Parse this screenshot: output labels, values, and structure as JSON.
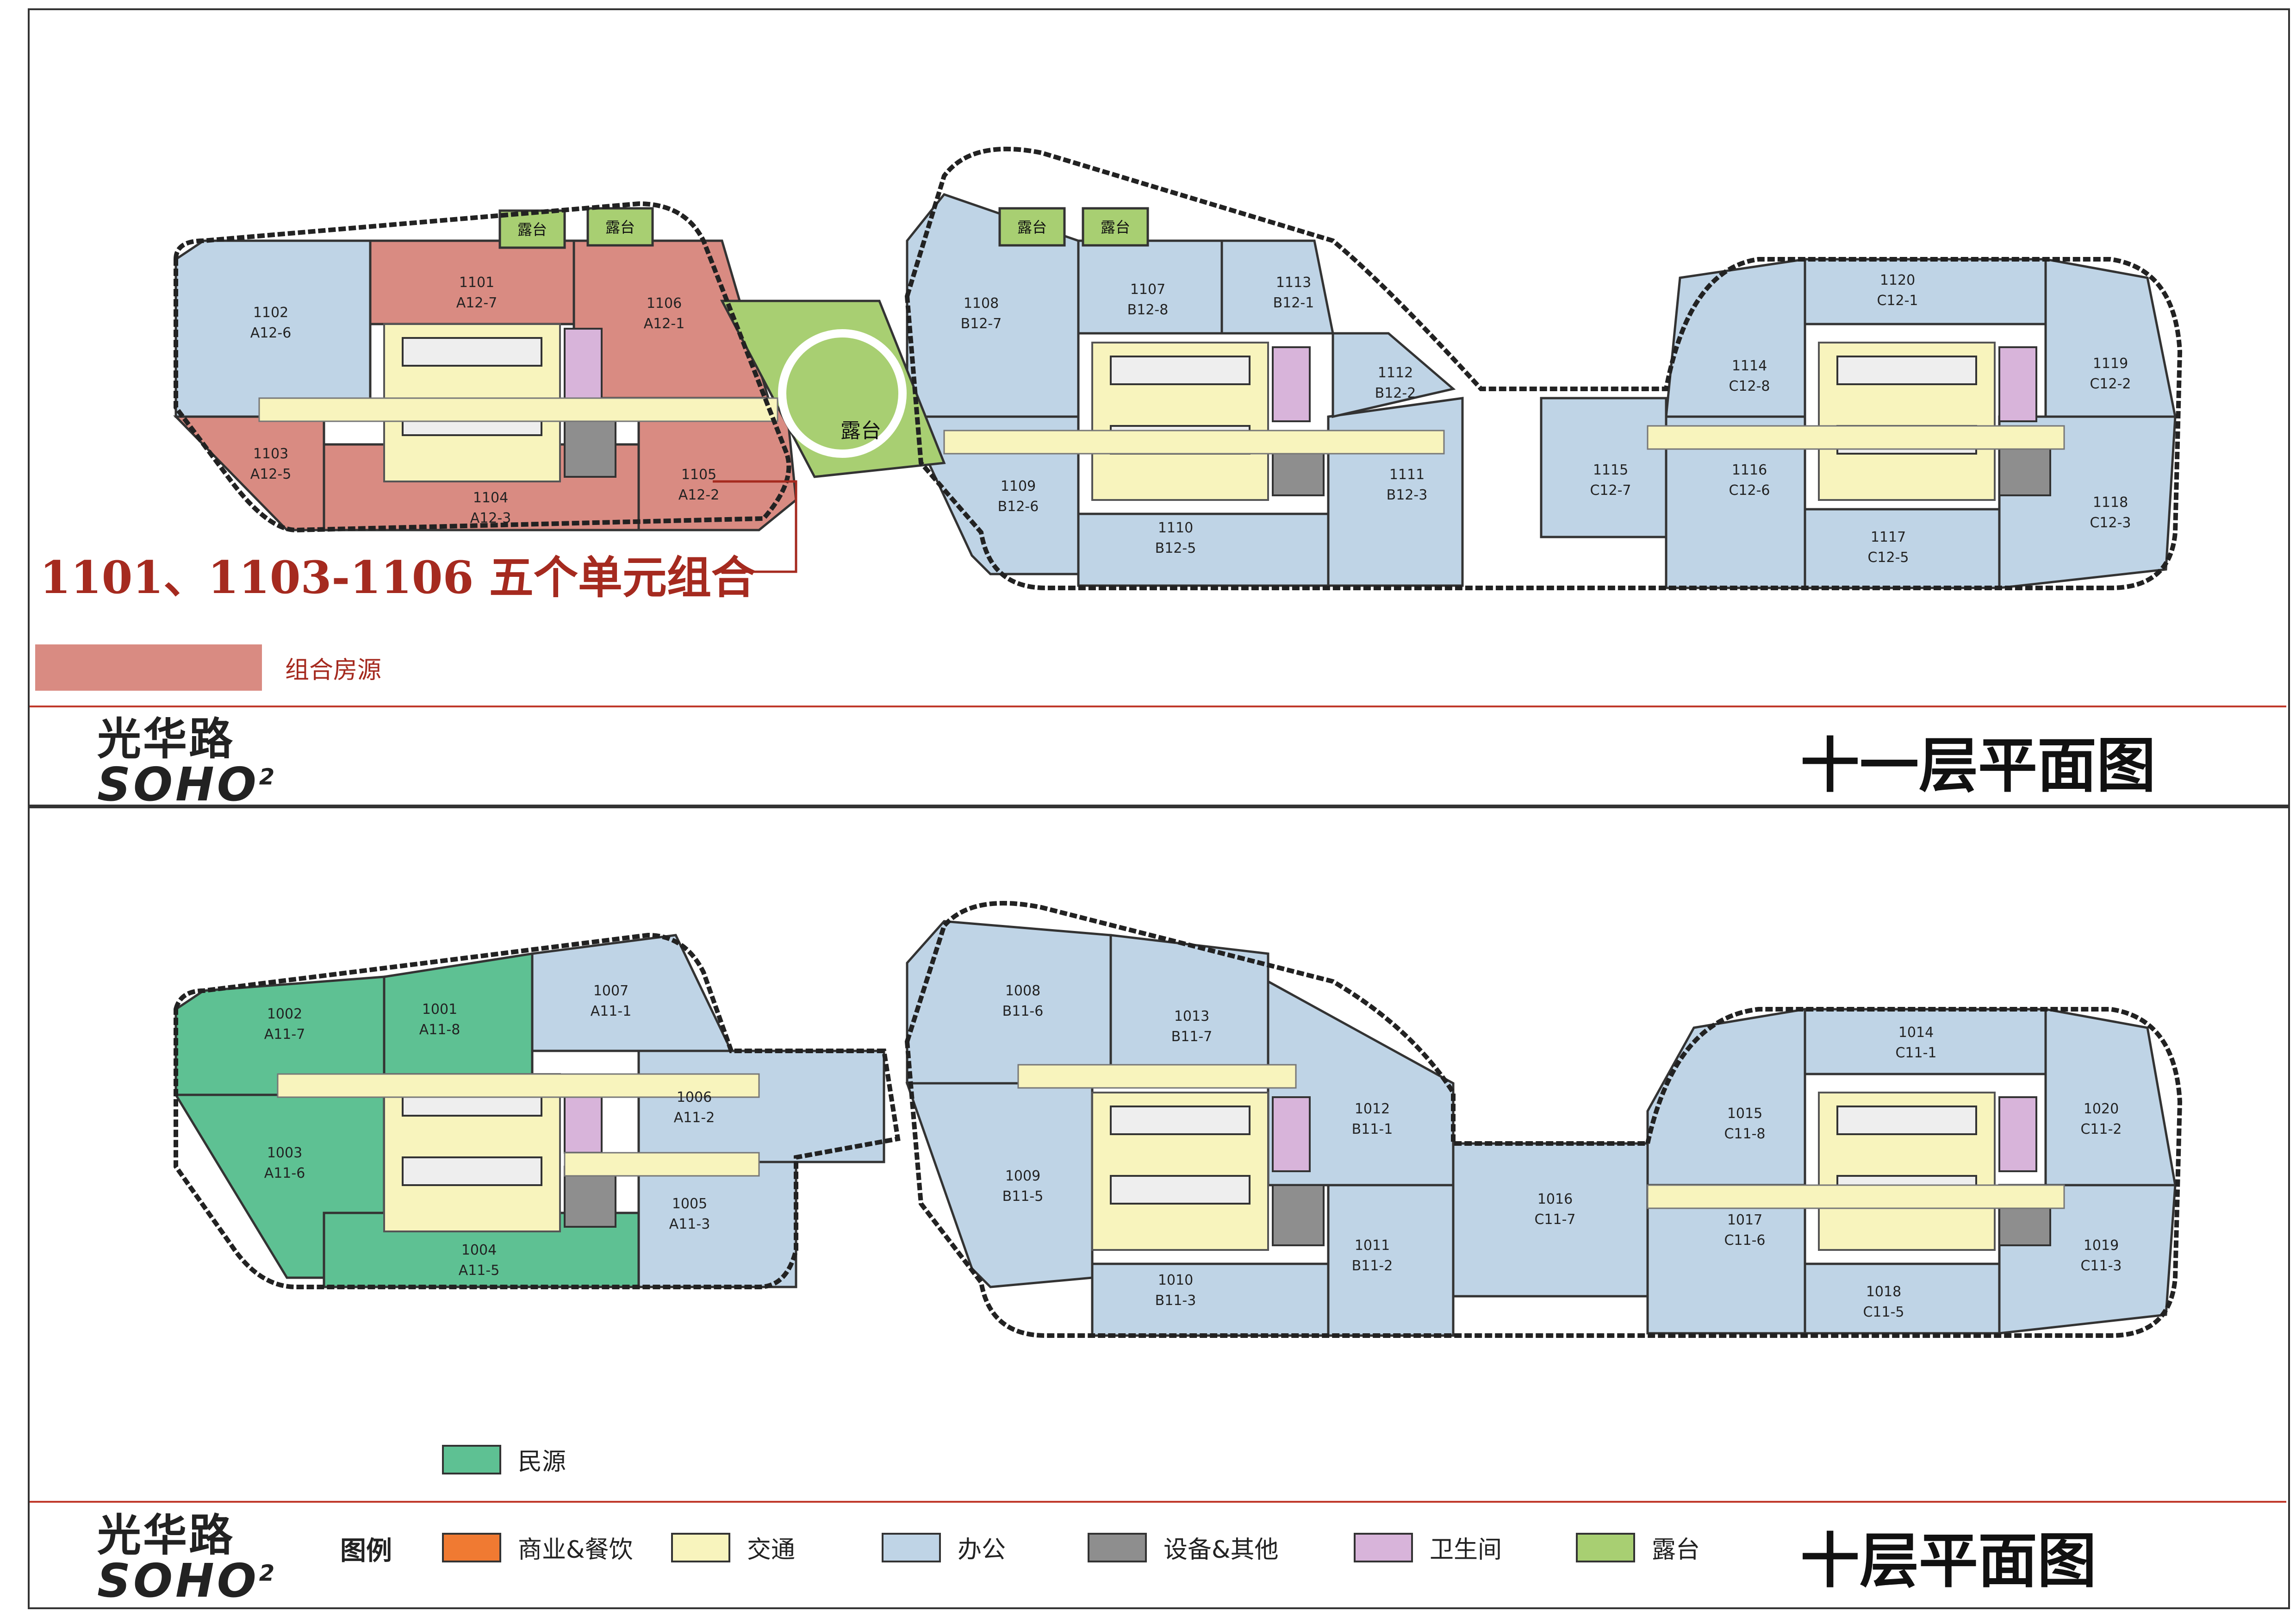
{
  "colors": {
    "combined": "#d98b82",
    "office": "#bfd4e6",
    "circulation": "#f8f4bd",
    "equipment": "#8e8e8e",
    "restroom": "#d8b4da",
    "terrace": "#a8cf72",
    "commercial": "#f07a32",
    "minyuan": "#5ec193",
    "outline": "#222222",
    "red_line": "#c0392b"
  },
  "logo": {
    "cn": "光华路",
    "en": "SOHO",
    "sup": "2"
  },
  "floor11": {
    "title": "十一层平面图",
    "note": "1101、1103-1106  五个单元组合",
    "legend_label": "组合房源",
    "terrace_label": "露台",
    "units": [
      {
        "no": "1101",
        "code": "A12-7",
        "kind": "combined"
      },
      {
        "no": "1102",
        "code": "A12-6",
        "kind": "office"
      },
      {
        "no": "1103",
        "code": "A12-5",
        "kind": "combined"
      },
      {
        "no": "1104",
        "code": "A12-3",
        "kind": "combined"
      },
      {
        "no": "1105",
        "code": "A12-2",
        "kind": "combined"
      },
      {
        "no": "1106",
        "code": "A12-1",
        "kind": "combined"
      },
      {
        "no": "1107",
        "code": "B12-8",
        "kind": "office"
      },
      {
        "no": "1108",
        "code": "B12-7",
        "kind": "office"
      },
      {
        "no": "1109",
        "code": "B12-6",
        "kind": "office"
      },
      {
        "no": "1110",
        "code": "B12-5",
        "kind": "office"
      },
      {
        "no": "1111",
        "code": "B12-3",
        "kind": "office"
      },
      {
        "no": "1112",
        "code": "B12-2",
        "kind": "office"
      },
      {
        "no": "1113",
        "code": "B12-1",
        "kind": "office"
      },
      {
        "no": "1114",
        "code": "C12-8",
        "kind": "office"
      },
      {
        "no": "1115",
        "code": "C12-7",
        "kind": "office"
      },
      {
        "no": "1116",
        "code": "C12-6",
        "kind": "office"
      },
      {
        "no": "1117",
        "code": "C12-5",
        "kind": "office"
      },
      {
        "no": "1118",
        "code": "C12-3",
        "kind": "office"
      },
      {
        "no": "1119",
        "code": "C12-2",
        "kind": "office"
      },
      {
        "no": "1120",
        "code": "C12-1",
        "kind": "office"
      }
    ]
  },
  "floor10": {
    "title": "十层平面图",
    "legend_label": "民源",
    "units": [
      {
        "no": "1001",
        "code": "A11-8",
        "kind": "minyuan"
      },
      {
        "no": "1002",
        "code": "A11-7",
        "kind": "minyuan"
      },
      {
        "no": "1003",
        "code": "A11-6",
        "kind": "minyuan"
      },
      {
        "no": "1004",
        "code": "A11-5",
        "kind": "minyuan"
      },
      {
        "no": "1005",
        "code": "A11-3",
        "kind": "office"
      },
      {
        "no": "1006",
        "code": "A11-2",
        "kind": "office"
      },
      {
        "no": "1007",
        "code": "A11-1",
        "kind": "office"
      },
      {
        "no": "1008",
        "code": "B11-6",
        "kind": "office"
      },
      {
        "no": "1009",
        "code": "B11-5",
        "kind": "office"
      },
      {
        "no": "1010",
        "code": "B11-3",
        "kind": "office"
      },
      {
        "no": "1011",
        "code": "B11-2",
        "kind": "office"
      },
      {
        "no": "1012",
        "code": "B11-1",
        "kind": "office"
      },
      {
        "no": "1013",
        "code": "B11-7",
        "kind": "office"
      },
      {
        "no": "1014",
        "code": "C11-1",
        "kind": "office"
      },
      {
        "no": "1015",
        "code": "C11-8",
        "kind": "office"
      },
      {
        "no": "1016",
        "code": "C11-7",
        "kind": "office"
      },
      {
        "no": "1017",
        "code": "C11-6",
        "kind": "office"
      },
      {
        "no": "1018",
        "code": "C11-5",
        "kind": "office"
      },
      {
        "no": "1019",
        "code": "C11-3",
        "kind": "office"
      },
      {
        "no": "1020",
        "code": "C11-2",
        "kind": "office"
      }
    ]
  },
  "legend": {
    "heading": "图例",
    "items": [
      {
        "label": "商业&餐饮",
        "color": "#f07a32"
      },
      {
        "label": "交通",
        "color": "#f8f4bd"
      },
      {
        "label": "办公",
        "color": "#bfd4e6"
      },
      {
        "label": "设备&其他",
        "color": "#8e8e8e"
      },
      {
        "label": "卫生间",
        "color": "#d8b4da"
      },
      {
        "label": "露台",
        "color": "#a8cf72"
      }
    ]
  }
}
